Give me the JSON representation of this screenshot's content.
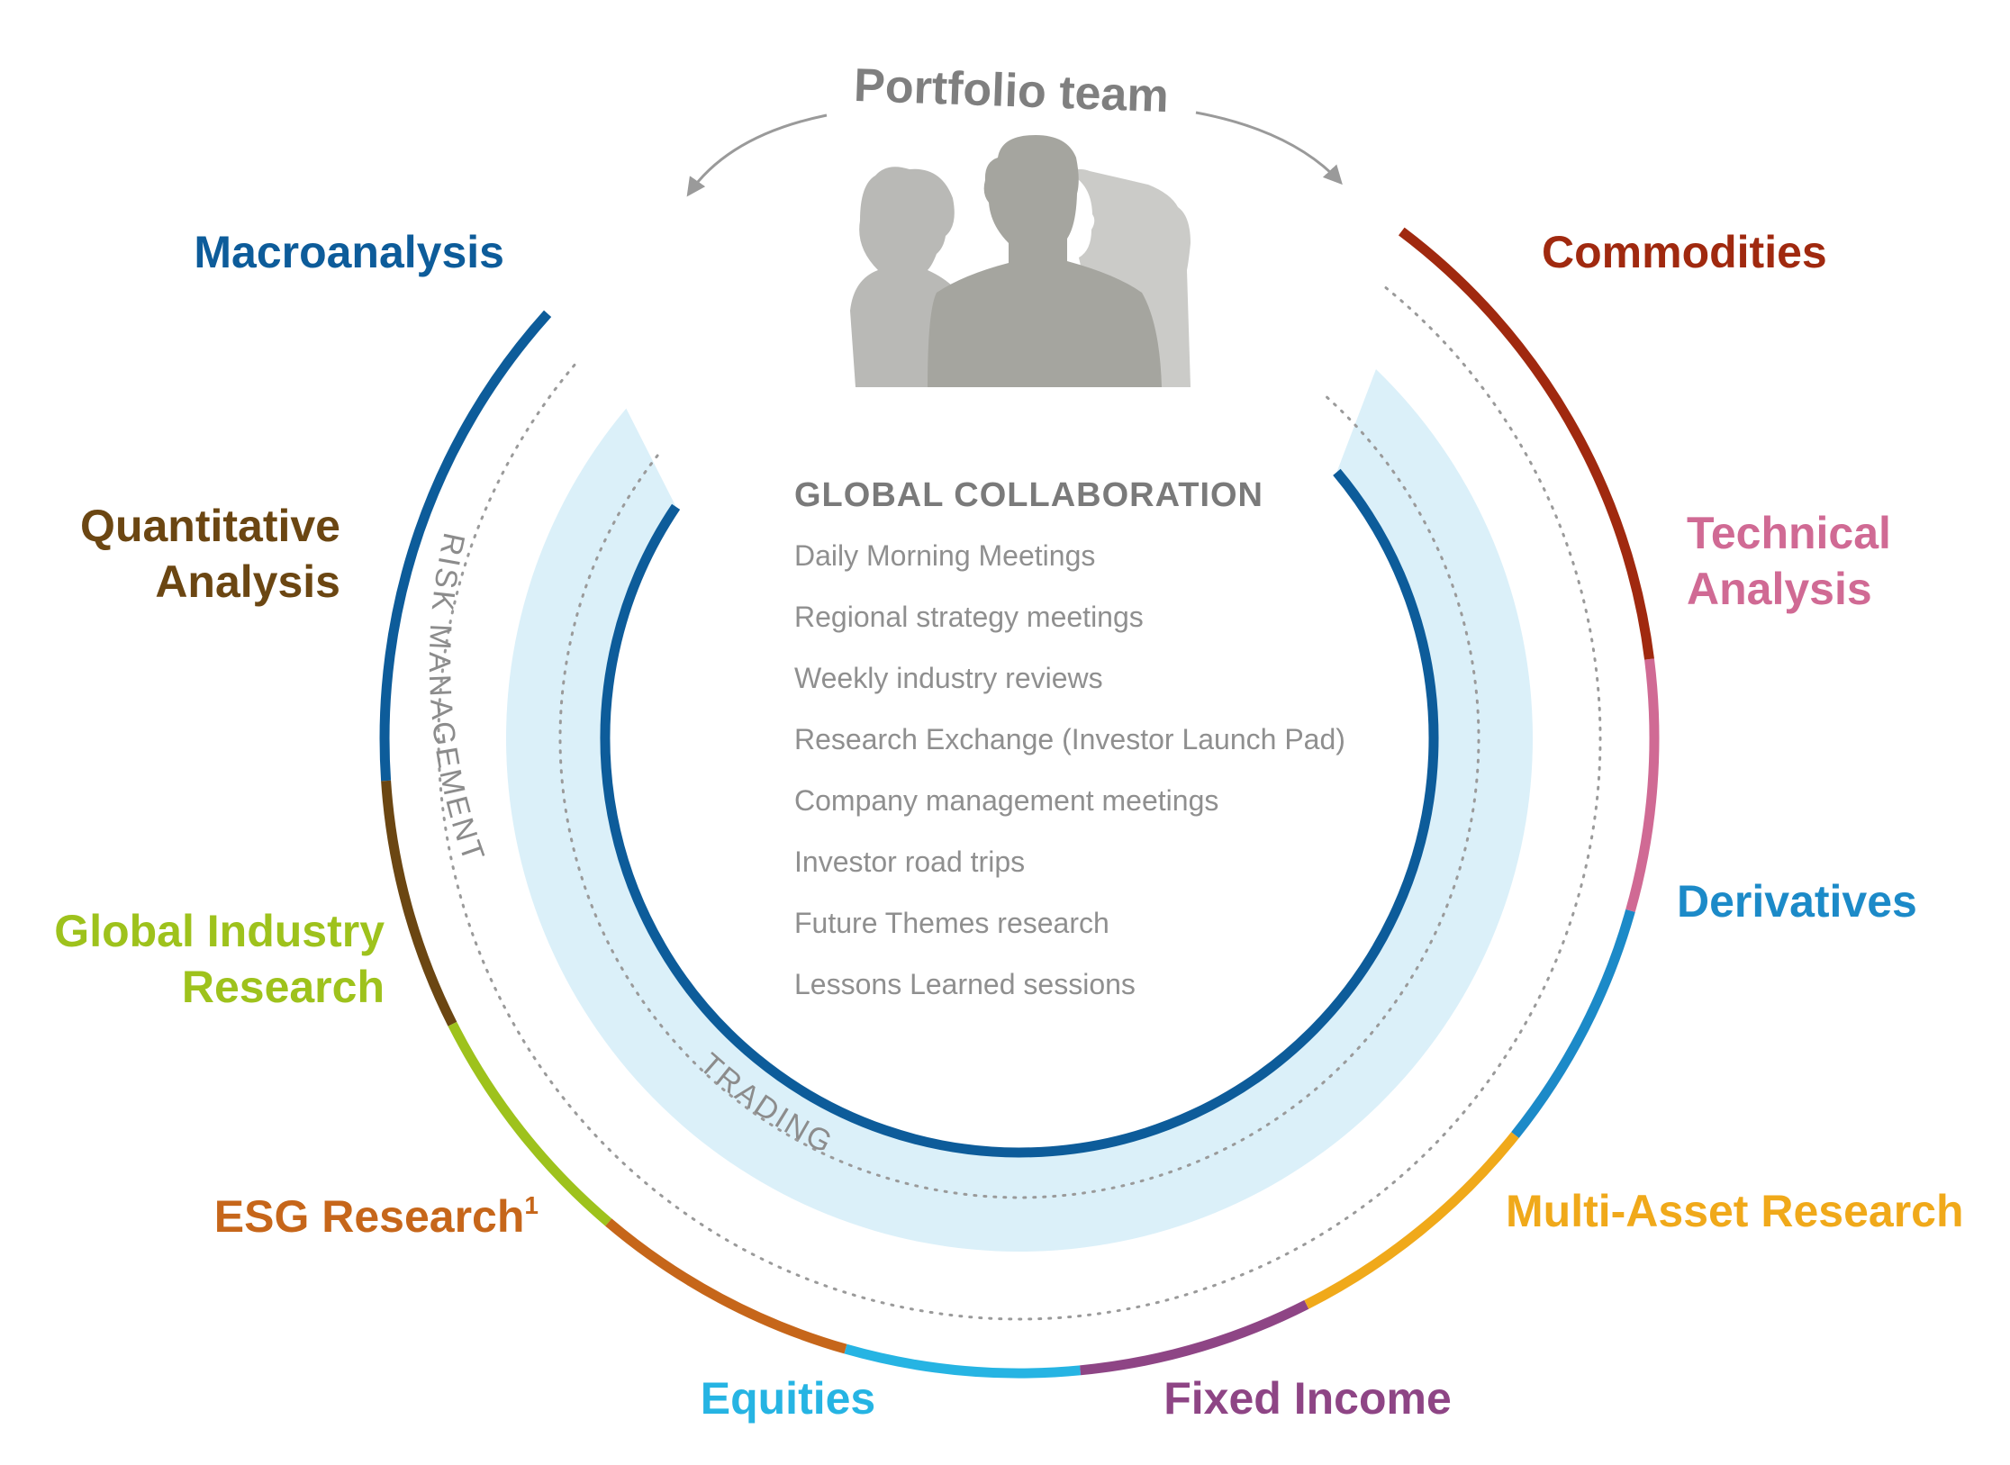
{
  "portfolio_team": {
    "label": "Portfolio team"
  },
  "segments": [
    {
      "id": "macroanalysis",
      "lines": [
        "Macroanalysis"
      ],
      "color": "#0d5c9a",
      "start": 0,
      "end": 60
    },
    {
      "id": "quantitative-analysis",
      "lines": [
        "Quantitative",
        "Analysis"
      ],
      "color": "#6b4612",
      "start": 60,
      "end": 90
    },
    {
      "id": "global-industry-research",
      "lines": [
        "Global Industry",
        "Research"
      ],
      "color": "#9ec21c",
      "start": 90,
      "end": 120
    },
    {
      "id": "esg-research",
      "lines": [
        "ESG Research"
      ],
      "superscript": "1",
      "color": "#c6661a",
      "start": 120,
      "end": 152
    },
    {
      "id": "equities",
      "lines": [
        "Equities"
      ],
      "color": "#26b4e3",
      "start": 152,
      "end": 180
    },
    {
      "id": "fixed-income",
      "lines": [
        "Fixed Income"
      ],
      "color": "#8e4585",
      "start": 180,
      "end": 208
    },
    {
      "id": "multi-asset-research",
      "lines": [
        "Multi-Asset Research"
      ],
      "color": "#f0a91a",
      "start": 208,
      "end": 240
    },
    {
      "id": "derivatives",
      "lines": [
        "Derivatives"
      ],
      "color": "#1c8ac8",
      "start": 240,
      "end": 270
    },
    {
      "id": "technical-analysis",
      "lines": [
        "Technical",
        "Analysis"
      ],
      "color": "#d06a94",
      "start": 270,
      "end": 300
    },
    {
      "id": "commodities",
      "lines": [
        "Commodities"
      ],
      "color": "#a0290f",
      "start": 300,
      "end": 360
    }
  ],
  "rings": {
    "risk_management": "RISK MANAGEMENT",
    "trading": "TRADING"
  },
  "collaboration": {
    "title": "GLOBAL COLLABORATION",
    "items": [
      "Daily Morning Meetings",
      "Regional strategy meetings",
      "Weekly industry reviews",
      "Research Exchange (Investor Launch Pad)",
      "Company management meetings",
      "Investor road trips",
      "Future Themes research",
      "Lessons Learned sessions"
    ]
  },
  "colors": {
    "inner_ring": "#0d5c9a",
    "light_band": "#dbf0f9",
    "dotted": "#9a9a9a",
    "silhouette_left": "#b9b9b6",
    "silhouette_center": "#a5a59f",
    "silhouette_right": "#cbcbc8"
  }
}
